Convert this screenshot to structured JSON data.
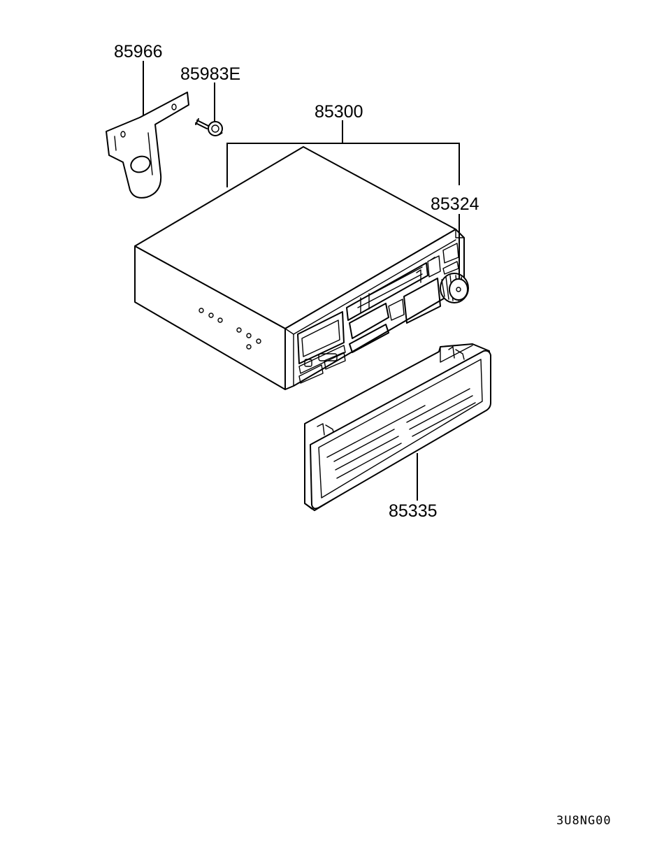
{
  "parts": [
    {
      "id": "bracket",
      "number": "85966"
    },
    {
      "id": "screw",
      "number": "85983E"
    },
    {
      "id": "radio-unit",
      "number": "85300"
    },
    {
      "id": "knob",
      "number": "85324"
    },
    {
      "id": "pocket",
      "number": "85335"
    }
  ],
  "diagram_code": "3U8NG00"
}
